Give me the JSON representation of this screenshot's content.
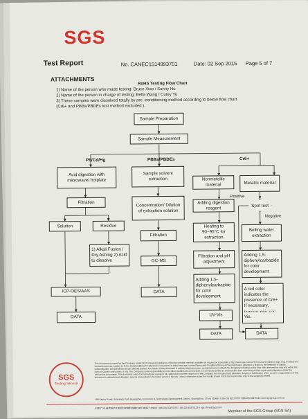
{
  "header": {
    "logo": "SGS",
    "title": "Test Report",
    "report_no": "No. CANEC1514993701",
    "date": "Date: 02 Sep 2015",
    "page": "Page 5 of 7"
  },
  "attachments": {
    "heading": "ATTACHMENTS",
    "chart_title": "RoHS Testing Flow Chart",
    "notes": [
      "1) Name of the person who made testing: Bruce Xiao / Sunny Hu",
      "2) Name of the person in charge of testing: Bella Wang / Cutey Yu",
      "3) These samples were dissolved totally by pre -conditioning method according to below flow chart",
      "(Cr6+ and PBBs/PBDEs test method excluded )."
    ]
  },
  "flow": {
    "sample_prep": "Sample Preparation",
    "sample_meas": "Sample Measurement",
    "cat_metals": "Pb/Cd/Hg",
    "cat_pbb": "PBBs/PBDEs",
    "cat_cr": "Cr6+",
    "acid": "Acid digestion with microwave/ hotplate",
    "filtration1": "Filtration",
    "solution": "Solution",
    "residue": "Residue",
    "alkali": "1) Alkali Fusion / Dry Ashing 2) Acid to dissolve",
    "icp": "ICP-OES/AAS",
    "data1": "DATA",
    "solvent": "Sample solvent extraction",
    "concentration": "Concentration/ Dilution of extraction solution",
    "filtration2": "Filtration",
    "gcms": "GC-MS",
    "data2": "DATA",
    "nonmetallic": "Nonmetallic material",
    "metallic": "Metallic material",
    "adding_reagent": "Adding digestion reagent",
    "heating": "Heating to 90~95°C for extraction",
    "filtration_ph": "Filtration and pH adjustment",
    "dipheny1": "Adding 1,5-diphenylcarbazide for color development",
    "uvvis1": "UV-Vis",
    "data3": "DATA",
    "positive": "Positive",
    "spot": "Spot test",
    "negative": "Negative",
    "boiling": "Boiling water extraction",
    "dipheny2": "Adding 1,5-diphenylcarbazide for color development",
    "red_color": "A red color indicates the presence of Cr6+. If necessary, confirm with UV-Vis.",
    "uvvis2": "UV-Vis",
    "data4": "DATA"
  },
  "footer": {
    "stamp_top": "SGS",
    "stamp_sub": "Testing Service",
    "disclaimer": "This document is issued by the Company subject to its General Conditions of Service printed overleaf, available on request or accessible at http://www.sgs.com/en/Terms-and-Conditions.aspx and, for electronic format documents, subject to Terms and Conditions for Electronic Documents at http://www.sgs.com/en/Terms-and-Conditions/Terms-e-Document.aspx. Attention is drawn to the limitation of liability, indemnification and jurisdiction issues defined therein. Any holder of this document is advised that information contained hereon reflects the Company's findings at the time of its intervention only and within the limits of Client's instructions, if any. The Company's sole responsibility is to its Client and this document does not exonerate parties to a transaction from exercising all their rights and obligations under the transaction documents. This document cannot be reproduced except in full, without prior written approval of the Company. Any unauthorized alteration, forgery or falsification of the content or appearance of this document is unlawful and offenders may be prosecuted to the fullest extent of the law. Unless otherwise stated the results shown in this test report refer only to the sample(s) tested.",
    "addr1": "198 Kezhu Road, Scientech Park Guangzhou Economic & Technology Development District, Guangzhou, China 510663   t (86-20) 82155555   f (86-20) 82075113   www.sgsgroup.com.cn",
    "addr2": "中国·广州·经济技术开发区科学城科珠路198号   邮编: 510663   t (86-20) 82155555   f (86-20) 82075113   e sgs.china@sgs.com",
    "member": "Member of the SGS Group (SGS SA)"
  }
}
